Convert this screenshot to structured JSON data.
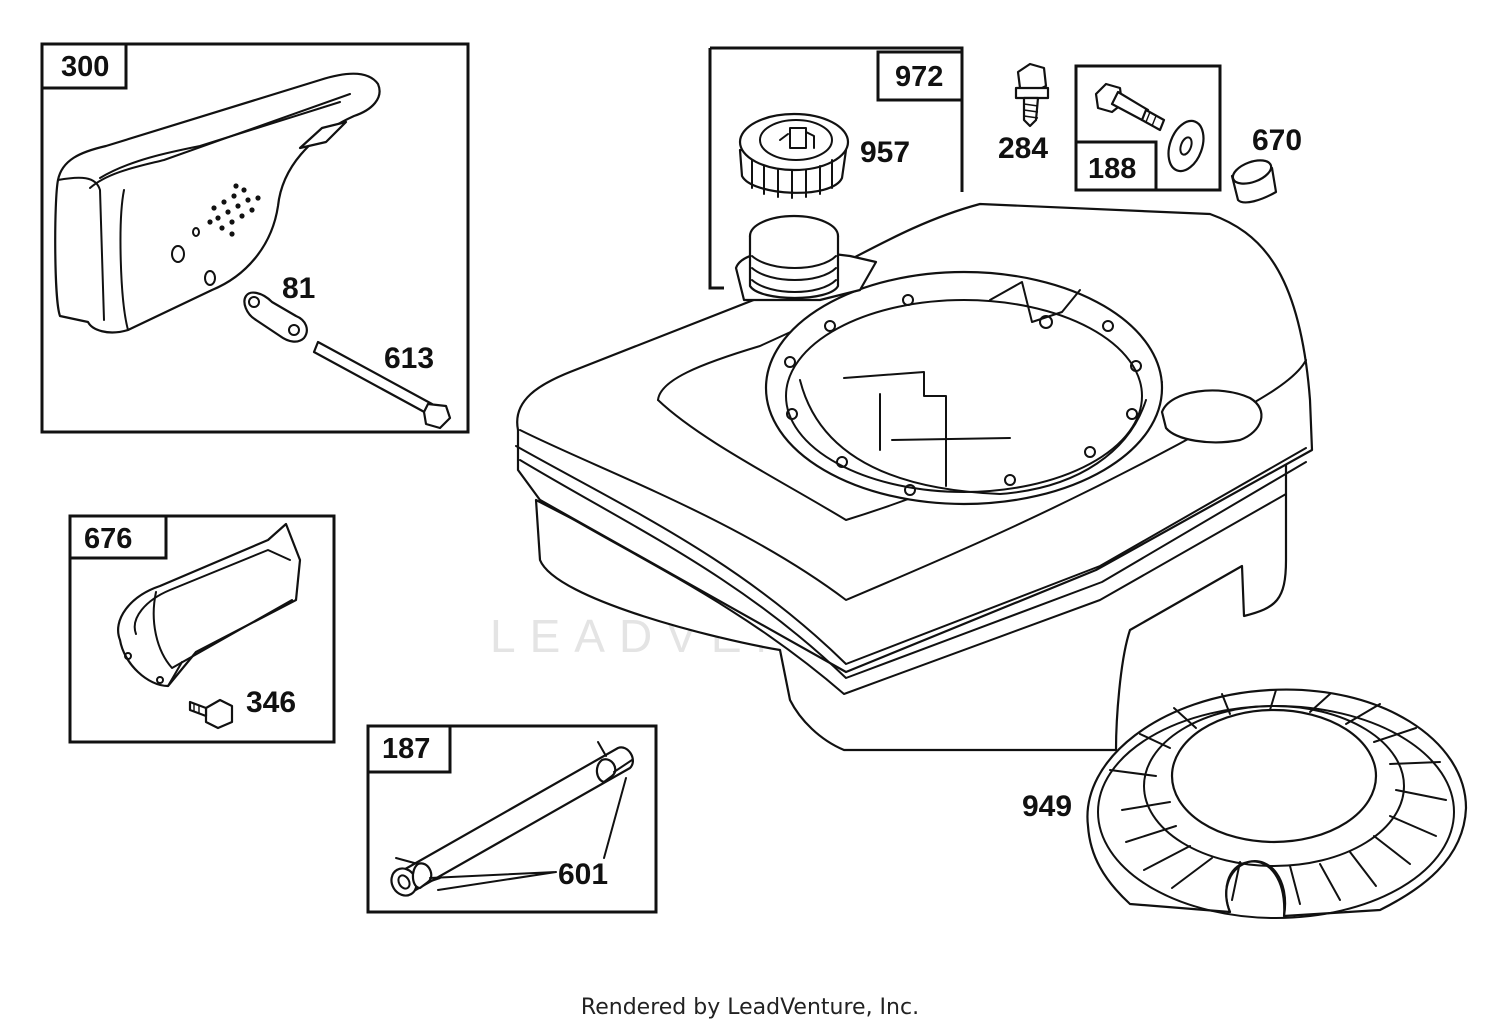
{
  "diagram": {
    "boxes": {
      "muffler_group": "300",
      "tank_cap_group": "972",
      "screw_washer_group": "188",
      "guard_group": "676",
      "fuel_line_group": "187"
    },
    "parts": {
      "muffler_gasket": "81",
      "muffler_bolt": "613",
      "fuel_cap": "957",
      "screw": "284",
      "spacer": "670",
      "guard_screw": "346",
      "hose_clamp": "601",
      "rotating_screen": "949"
    },
    "watermark": "LEADVENTURE",
    "footer": "Rendered by LeadVenture, Inc."
  }
}
